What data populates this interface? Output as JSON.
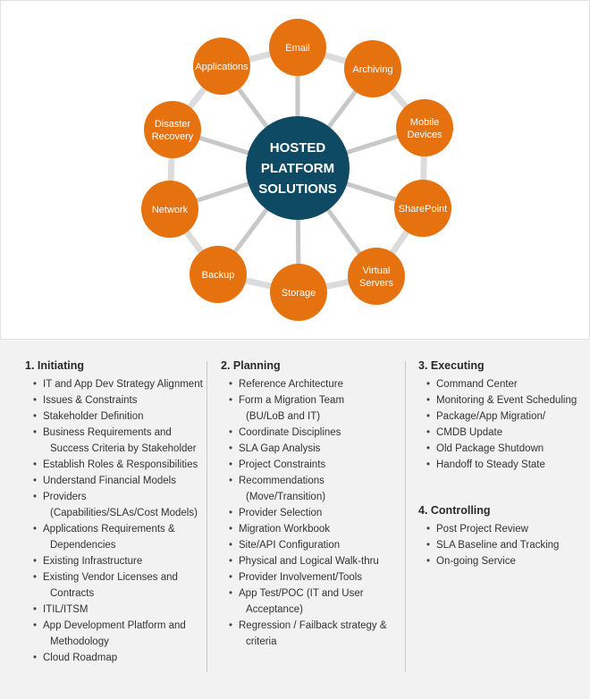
{
  "hub": {
    "line1": "HOSTED",
    "line2": "PLATFORM",
    "line3": "SOLUTIONS"
  },
  "nodes": [
    {
      "lines": [
        "Email"
      ]
    },
    {
      "lines": [
        "Archiving"
      ]
    },
    {
      "lines": [
        "Mobile",
        "Devices"
      ]
    },
    {
      "lines": [
        "SharePoint"
      ]
    },
    {
      "lines": [
        "Virtual",
        "Servers"
      ]
    },
    {
      "lines": [
        "Storage"
      ]
    },
    {
      "lines": [
        "Backup"
      ]
    },
    {
      "lines": [
        "Network"
      ]
    },
    {
      "lines": [
        "Disaster",
        "Recovery"
      ]
    },
    {
      "lines": [
        "Applications"
      ]
    }
  ],
  "colors": {
    "node": "#e5720f",
    "hub": "#0e4a63",
    "ring": "#dcdcdc",
    "spoke": "#c8c8c8"
  },
  "phases": {
    "initiating": {
      "title": "1. Initiating",
      "items": [
        [
          "IT and App Dev Strategy Alignment"
        ],
        [
          "Issues & Constraints"
        ],
        [
          "Stakeholder Definition"
        ],
        [
          "Business Requirements and",
          "Success Criteria by Stakeholder"
        ],
        [
          "Establish Roles & Responsibilities"
        ],
        [
          "Understand Financial Models"
        ],
        [
          "Providers",
          "(Capabilities/SLAs/Cost Models)"
        ],
        [
          "Applications Requirements &",
          "Dependencies"
        ],
        [
          "Existing Infrastructure"
        ],
        [
          "Existing Vendor Licenses and",
          "Contracts"
        ],
        [
          "ITIL/ITSM"
        ],
        [
          "App Development Platform and",
          "Methodology"
        ],
        [
          "Cloud Roadmap"
        ]
      ]
    },
    "planning": {
      "title": "2. Planning",
      "items": [
        [
          "Reference Architecture"
        ],
        [
          "Form a Migration Team",
          "(BU/LoB and IT)"
        ],
        [
          "Coordinate Disciplines"
        ],
        [
          "SLA Gap Analysis"
        ],
        [
          "Project Constraints"
        ],
        [
          "Recommendations",
          "(Move/Transition)"
        ],
        [
          "Provider Selection"
        ],
        [
          "Migration Workbook"
        ],
        [
          "Site/API Configuration"
        ],
        [
          "Physical and Logical Walk-thru"
        ],
        [
          "Provider Involvement/Tools"
        ],
        [
          "App Test/POC (IT and User",
          "Acceptance)"
        ],
        [
          "Regression / Failback strategy &",
          "criteria"
        ]
      ]
    },
    "executing": {
      "title": "3. Executing",
      "items": [
        [
          "Command Center"
        ],
        [
          "Monitoring & Event Scheduling"
        ],
        [
          "Package/App Migration/"
        ],
        [
          "CMDB Update"
        ],
        [
          "Old Package Shutdown"
        ],
        [
          "Handoff to Steady State"
        ]
      ]
    },
    "controlling": {
      "title": "4. Controlling",
      "items": [
        [
          "Post Project Review"
        ],
        [
          "SLA Baseline and Tracking"
        ],
        [
          "On-going Service"
        ]
      ]
    }
  }
}
